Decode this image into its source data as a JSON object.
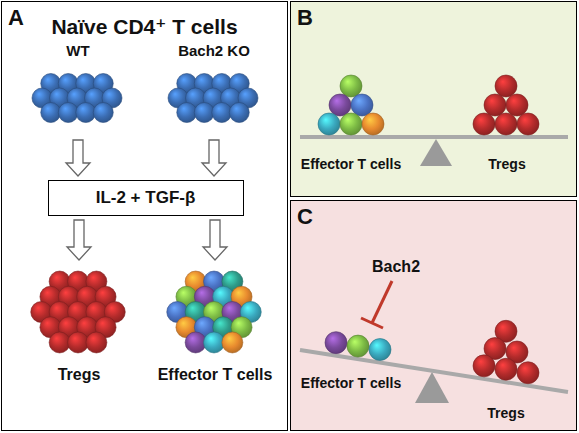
{
  "diagram": {
    "nodes": [
      {
        "text": [
          "A",
          "Naïve CD4⁺ T cells"
        ]
      },
      {
        "text": [
          "WT"
        ],
        "in": 0
      },
      {
        "text": [
          "Bach2 KO"
        ],
        "in": 0
      },
      {
        "text": [
          "IL-2 + TGF-β"
        ],
        "in": 0
      },
      {
        "text": [
          "Tregs"
        ],
        "in": 0
      },
      {
        "text": [
          "Effector T cells"
        ],
        "in": 0
      },
      {
        "text": [
          "B"
        ]
      },
      {
        "text": [
          "Effector T cells"
        ],
        "in": 6
      },
      {
        "text": [
          "Tregs"
        ],
        "in": 6
      },
      {
        "text": [
          "C"
        ]
      },
      {
        "text": [
          "Effector T cells"
        ],
        "in": 9
      },
      {
        "text": [
          "Tregs"
        ],
        "in": 9
      }
    ],
    "edges": [
      {
        "from": 1,
        "to": 3,
        "arrow": "to"
      },
      {
        "from": 2,
        "to": 3,
        "arrow": "to"
      },
      {
        "from": 3,
        "to": 4,
        "arrow": "to"
      },
      {
        "from": 3,
        "to": 5,
        "arrow": "to"
      }
    ],
    "labels": [
      "Bach2"
    ]
  }
}
